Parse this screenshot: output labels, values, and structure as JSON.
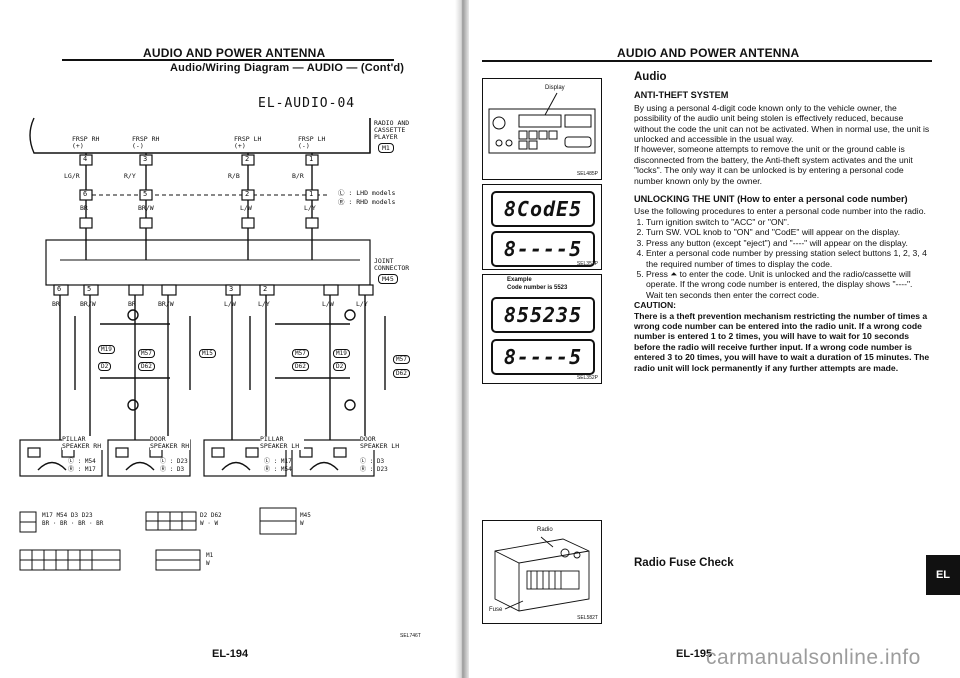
{
  "left_page": {
    "header": "AUDIO AND POWER ANTENNA",
    "subheader": "Audio/Wiring Diagram — AUDIO — (Cont'd)",
    "diagram_code": "EL-AUDIO-04",
    "radio_label": "RADIO AND CASSETTE PLAYER",
    "radio_ref": "M1",
    "legend": [
      "LHD models",
      "RHD models"
    ],
    "joint_label": "JOINT CONNECTOR",
    "joint_ref": "M45",
    "top_terminals": [
      {
        "label": "FRSP RH (+)",
        "num": "4",
        "wire": "LG/R",
        "sub_num": "6",
        "sub_wire": "BR"
      },
      {
        "label": "FRSP RH (-)",
        "num": "3",
        "wire": "R/Y",
        "sub_num": "5",
        "sub_wire": "BR/W"
      },
      {
        "label": "FRSP LH (+)",
        "num": "2",
        "wire": "R/B",
        "sub_num": "2",
        "sub_wire": "L/W"
      },
      {
        "label": "FRSP LH (-)",
        "num": "1",
        "wire": "B/R",
        "sub_num": "1",
        "sub_wire": "L/Y"
      }
    ],
    "joint_terminals": [
      "6",
      "5",
      "3",
      "2"
    ],
    "left_group": {
      "wires": [
        "BR",
        "BR/W",
        "BR",
        "BR/W"
      ],
      "connectors": [
        "M19",
        "M57",
        "M15"
      ],
      "refs": [
        "D2",
        "D62"
      ],
      "pillar_label": "PILLAR SPEAKER RH",
      "door_label": "DOOR SPEAKER RH",
      "pillar_refs": [
        "M54",
        "M17"
      ],
      "door_refs": [
        "D23",
        "D3"
      ]
    },
    "right_group": {
      "wires": [
        "L/W",
        "L/Y",
        "L/W",
        "L/Y"
      ],
      "connectors": [
        "M57",
        "M19",
        "M57"
      ],
      "refs": [
        "D62",
        "D2",
        "D62"
      ],
      "pillar_label": "PILLAR SPEAKER LH",
      "door_label": "DOOR SPEAKER LH",
      "pillar_refs": [
        "M17",
        "M54"
      ],
      "door_refs": [
        "D3",
        "D23"
      ]
    },
    "bottom_refs": [
      {
        "refs": "M17 M54 D3 D23",
        "wires": "BR · BR · BR · BR"
      },
      {
        "refs": "D2 D62",
        "wires": "W · W"
      },
      {
        "refs": "M45",
        "wires": "W"
      },
      {
        "refs": "M1",
        "wires": "W"
      }
    ],
    "fig_code": "SEL746T",
    "page_number": "EL-194"
  },
  "right_page": {
    "header": "AUDIO AND POWER ANTENNA",
    "section_title": "Audio",
    "anti_theft_title": "ANTI-THEFT SYSTEM",
    "anti_theft_body": "By using a personal 4-digit code known only to the vehicle owner, the possibility of the audio unit being stolen is effectively reduced, because without the code the unit can not be activated. When in normal use, the unit is unlocked and accessible in the usual way.",
    "anti_theft_body2": "If however, someone attempts to remove the unit or the ground cable is disconnected from the battery, the Anti-theft system activates and the unit \"locks\". The only way it can be unlocked is by entering a personal code number known only by the owner.",
    "unlocking_title": "UNLOCKING THE UNIT (How to enter a personal code number)",
    "unlocking_intro": "Use the following procedures to enter a personal code number into the radio.",
    "steps": [
      "Turn ignition switch to \"ACC\" or \"ON\".",
      "Turn SW. VOL knob to \"ON\" and \"CodE\" will appear on the display.",
      "Press any button (except \"eject\") and \"----\" will appear on the display.",
      "Enter a personal code number by pressing station select buttons 1, 2, 3, 4 the required number of times to display the code.",
      "Press ⏶ to enter the code. Unit is unlocked and the radio/cassette will operate. If the wrong code number is entered, the display shows \"----\". Wait ten seconds then enter the correct code."
    ],
    "caution_title": "CAUTION:",
    "caution_body": "There is a theft prevention mechanism restricting the number of times a wrong code number can be entered into the radio unit. If a wrong code number is entered 1 to 2 times, you will have to wait for 10 seconds before the radio will receive further input. If a wrong code number is entered 3 to 20 times, you will have to wait a duration of 15 minutes. The radio unit will lock permanently if any further attempts are made.",
    "fuse_title": "Radio Fuse Check",
    "fig1": {
      "label": "Display",
      "code": "SEL485P"
    },
    "fig2": {
      "lcd": [
        "8CodE5",
        "8----5"
      ],
      "code": "SEL351P"
    },
    "fig3": {
      "title": "Example",
      "subtitle": "Code number is 5523",
      "lcd": [
        "855235",
        "8----5"
      ],
      "code": "SEL352P"
    },
    "fig4": {
      "labels": [
        "Radio",
        "Fuse"
      ],
      "code": "SEL582T"
    },
    "side_tab": "EL",
    "page_number": "EL-195"
  },
  "watermark": "carmanualsonline.info"
}
